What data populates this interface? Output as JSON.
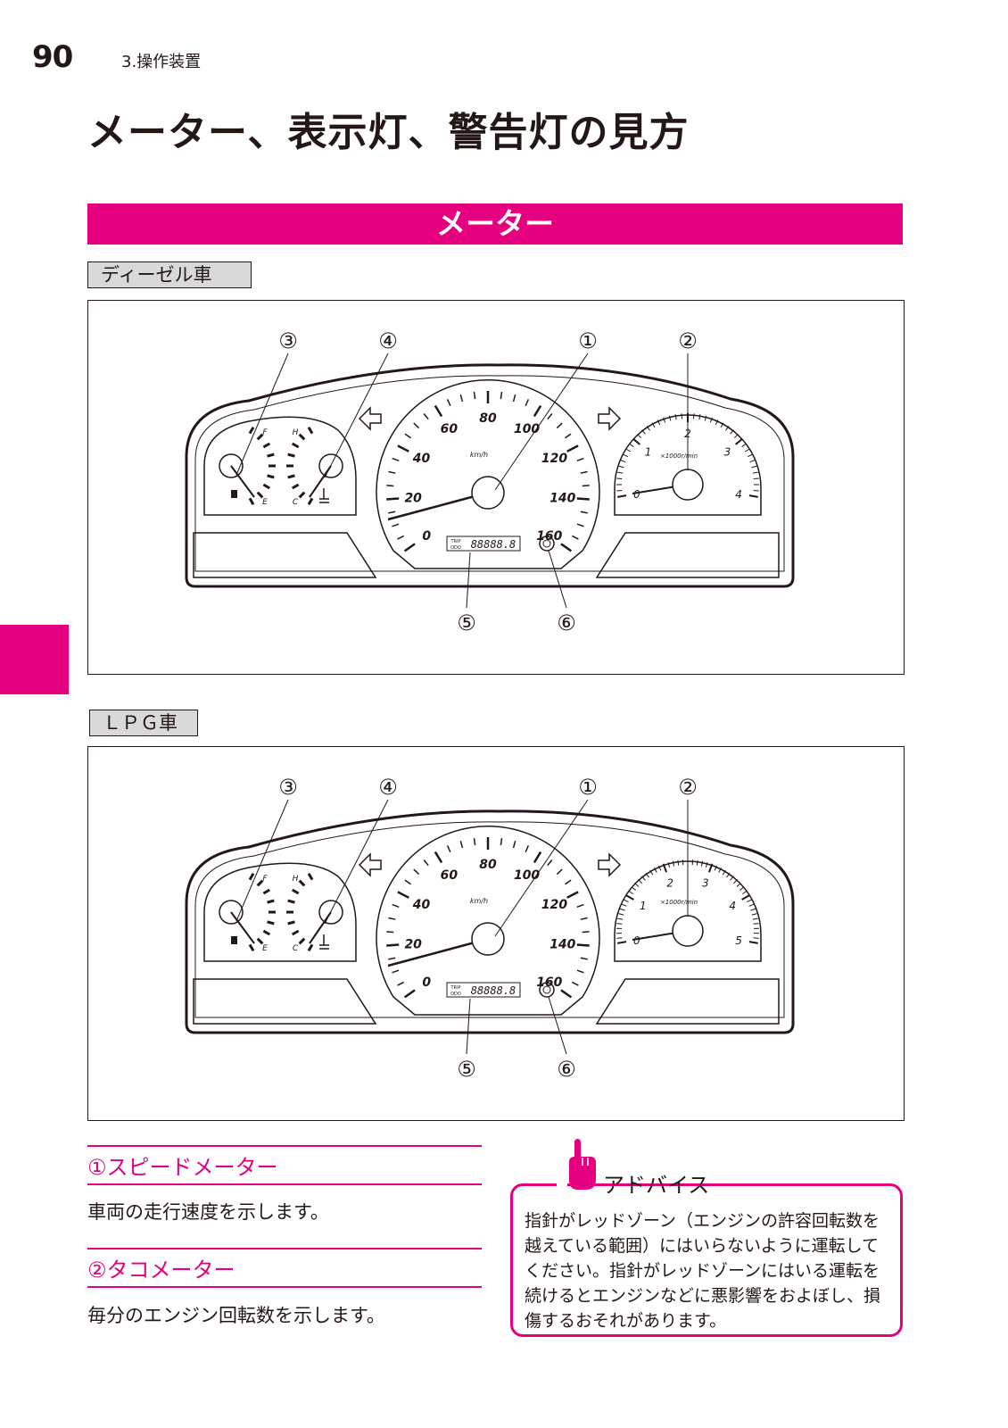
{
  "header": {
    "page_number": "90",
    "chapter": "3.操作装置"
  },
  "page_title": "メーター、表示灯、警告灯の見方",
  "section": {
    "title": "メーター"
  },
  "variants": [
    {
      "label": "ディーゼル車",
      "callouts": [
        "③",
        "④",
        "①",
        "②",
        "⑤",
        "⑥"
      ],
      "speedometer": {
        "ticks": [
          "0",
          "20",
          "40",
          "60",
          "80",
          "100",
          "120",
          "140",
          "160"
        ],
        "unit": "km/h"
      },
      "tachometer": {
        "ticks": [
          "0",
          "1",
          "2",
          "3",
          "4"
        ],
        "unit": "×1000r/min"
      },
      "fuel_gauge": {
        "full": "F",
        "empty": "E"
      },
      "temp_gauge": {
        "hot": "H",
        "cold": "C"
      },
      "odometer": {
        "trip": "TRIP",
        "odo": "ODO",
        "digits": "88888.8"
      }
    },
    {
      "label": "ＬＰＧ車",
      "callouts": [
        "③",
        "④",
        "①",
        "②",
        "⑤",
        "⑥"
      ],
      "speedometer": {
        "ticks": [
          "0",
          "20",
          "40",
          "60",
          "80",
          "100",
          "120",
          "140",
          "160"
        ],
        "unit": "km/h"
      },
      "tachometer": {
        "ticks": [
          "0",
          "1",
          "2",
          "3",
          "4",
          "5"
        ],
        "unit": "×1000r/min"
      },
      "fuel_gauge": {
        "full": "F",
        "empty": "E"
      },
      "temp_gauge": {
        "hot": "H",
        "cold": "C"
      },
      "odometer": {
        "trip": "TRIP",
        "odo": "ODO",
        "digits": "88888.8"
      }
    }
  ],
  "items": [
    {
      "number": "①",
      "title": "スピードメーター",
      "description": "車両の走行速度を示します。"
    },
    {
      "number": "②",
      "title": "タコメーター",
      "description": "毎分のエンジン回転数を示します。"
    }
  ],
  "advice": {
    "label": "アドバイス",
    "text": "指針がレッドゾーン（エンジンの許容回転数を越えている範囲）にはいらないように運転してください。指針がレッドゾーンにはいる運転を続けるとエンジンなどに悪影響をおよぼし、損傷するおそれがあります。"
  },
  "colors": {
    "accent": "#e4007f",
    "text": "#231815",
    "label_bg": "#d9d9d9"
  }
}
